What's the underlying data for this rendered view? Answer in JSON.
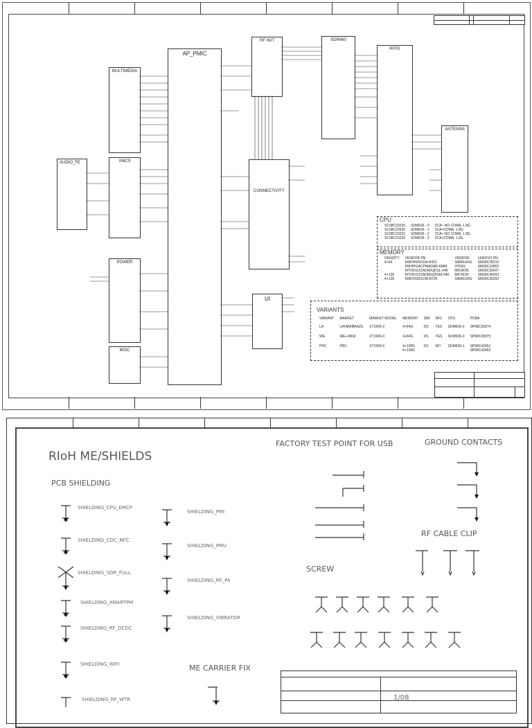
{
  "sheet1": {
    "blocks": {
      "ap_pmic": "AP_PMIC",
      "rf_in_out": "RF IN/T",
      "sdr": "SDR660",
      "rffe": "RFFE",
      "antenna": "ANTENNA",
      "multimedia": "MULTIMEDIA",
      "audio_fe": "AUDIO_FE",
      "xmcs": "XMCS",
      "connectivity": "CONNECTIVITY",
      "power": "POWER",
      "misc": "MISC",
      "ui": "UI"
    },
    "cpu": {
      "title": "CPU",
      "rows": [
        [
          "SC08C23230",
          "SDM636 - 0",
          "2CA+ NO CDMA, 1.8G"
        ],
        [
          "SC08C22626",
          "SDM636 - 1",
          "2CA+CDMA, 1.8G"
        ],
        [
          "SC08C23231",
          "SDM636 - 2",
          "2CA+ NO CDMA, 1.8G"
        ],
        [
          "SC08C23232",
          "SDM636 - 3",
          "2CA+CDMA, 1.8G"
        ]
      ]
    },
    "memory": {
      "title": "MEMORY",
      "headers": [
        "DENSITY",
        "VENDOR PN",
        "VENDOR",
        "LENOVO PN"
      ],
      "rows": [
        [
          "4+64",
          "KMDH6001DA-B422",
          "SAMSUNG",
          "SM39C28210"
        ],
        [
          "",
          "H9HP52ACPMADAR-KMM",
          "HYNIX",
          "SM39C33852"
        ],
        [
          "",
          "MT29VZZZAD8DQKSL-046",
          "MICRON",
          "SM39C35427"
        ],
        [
          "4+128",
          "MT29VZZZAD8GQKSM-046",
          "MICRON",
          "SM39C46033"
        ],
        [
          "6+128",
          "KMDV6001DM-B705",
          "SAMSUNG",
          "SM39C30203"
        ]
      ]
    },
    "variants": {
      "title": "VARIANTS",
      "headers": [
        "VARIANT",
        "MARKET",
        "MARKET MODEL",
        "MEMORY",
        "SIM",
        "NFC",
        "CPU",
        "PCBA"
      ],
      "rows": [
        [
          "LA",
          "LATAM/BRAZIL",
          "XT1965-2",
          "4+64G",
          "DS",
          "YES",
          "SDM636-2",
          "SP68C35874"
        ],
        [
          "WE",
          "WE+JANZ",
          "XT1965-3",
          "4+64G",
          "DS",
          "YES",
          "SDM636-3",
          "SP68C35875"
        ],
        [
          "PRC",
          "PRC",
          "XT1965-6",
          "4+128G\n6+128G",
          "DS",
          "NO",
          "SDM636-1",
          "SP68C43451\nSP68C43453"
        ]
      ]
    }
  },
  "sheet2": {
    "title": "RIoH  ME/SHIELDS",
    "pcb_shielding": "PCB SHIELDING",
    "factory_test": "FACTORY TEST POINT FOR USB",
    "ground_contacts": "GROUND CONTACTS",
    "rf_cable_clip": "RF CABLE  CLIP",
    "screw": "SCREW",
    "me_carrier_fix": "ME CARRIER FIX",
    "shields_left": [
      "SHIELDING_CPU_EMCP",
      "SHIELDING_CDC_NFC",
      "SHIELDING_SDR_FULL",
      "SHIELDING_XMARTPM",
      "SHIELDING_RF_DCDC",
      "SHIELDING_WIFI",
      "SHIELDING_RF_WTR"
    ],
    "shields_right": [
      "SHIELDING_PMI",
      "SHIELDING_PMU",
      "SHIELDING_RF_PA",
      "SHIELDING_VIBRATOR"
    ],
    "title_block_sheet": "1/08"
  }
}
